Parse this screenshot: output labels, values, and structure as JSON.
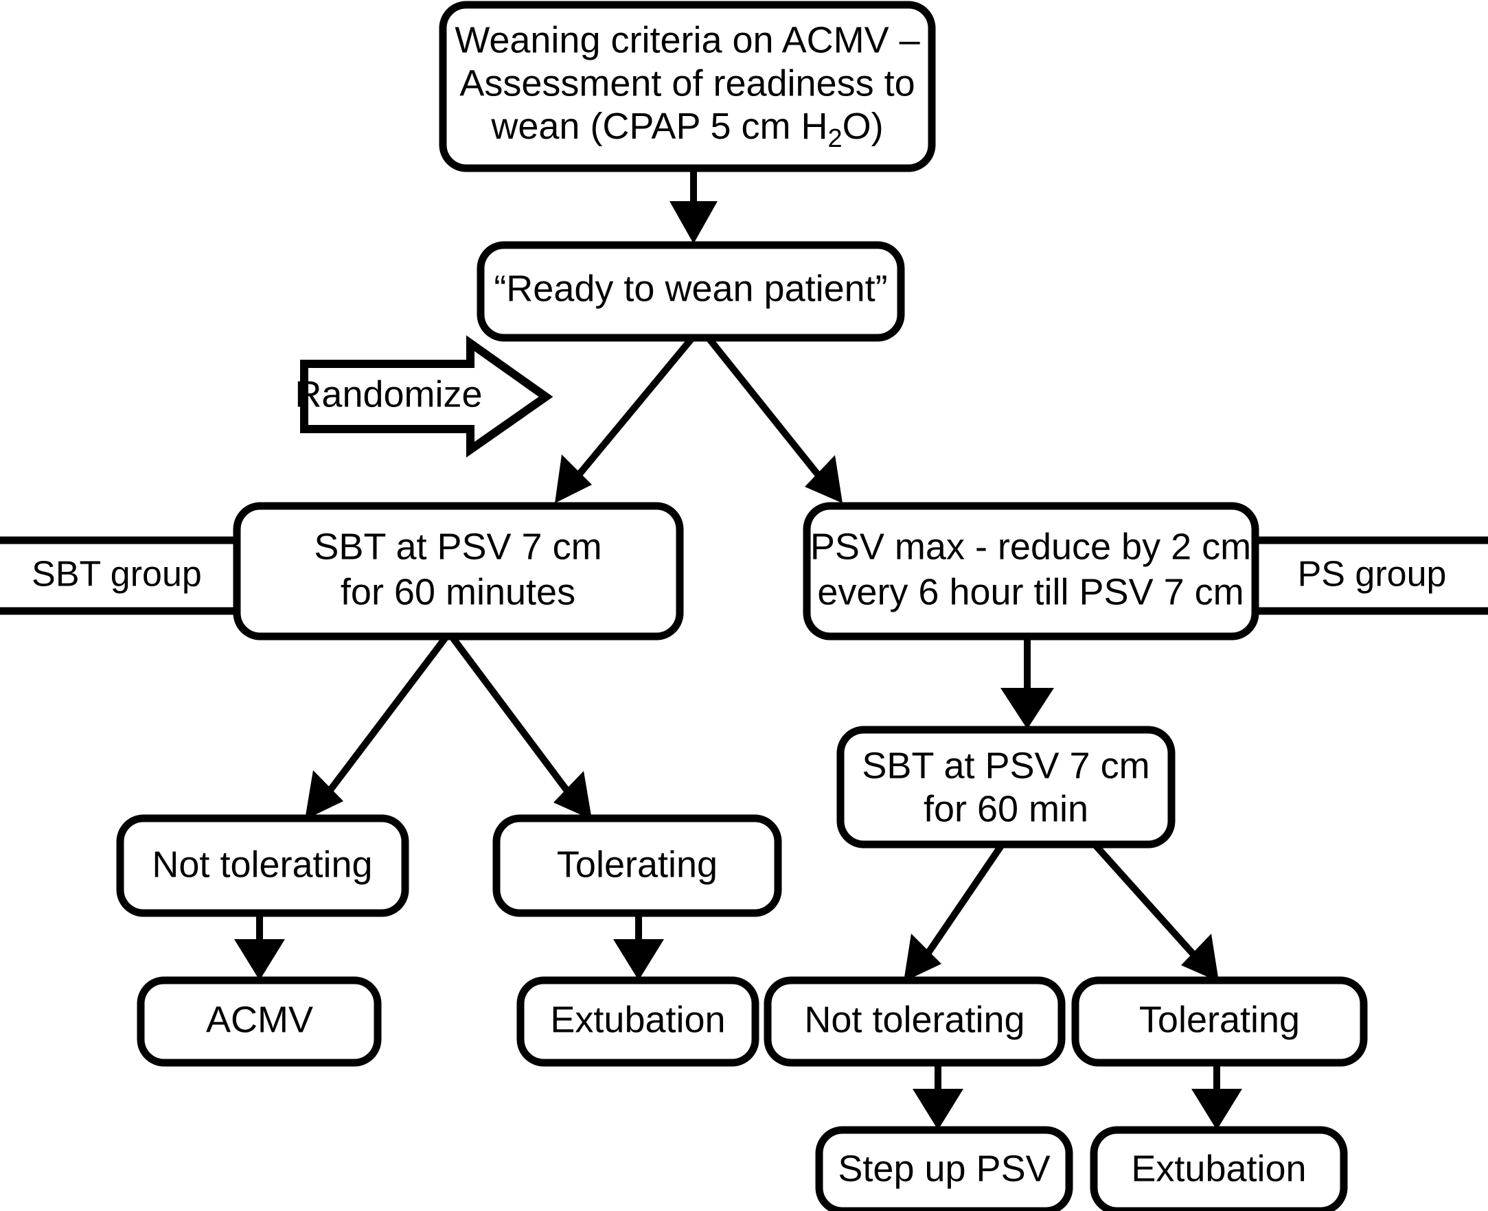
{
  "diagram": {
    "title": "Weaning trial randomization flowchart",
    "type": "flowchart",
    "colors": {
      "stroke": "#000000",
      "fill": "#ffffff",
      "text": "#000000"
    },
    "nodes": {
      "weaning_criteria": {
        "line1": "Weaning criteria on ACMV –",
        "line2": "Assessment of readiness to",
        "line3_pre": "wean (CPAP 5 cm H",
        "line3_sub": "2",
        "line3_post": "O)"
      },
      "ready_to_wean": {
        "line1": "“Ready to wean patient”"
      },
      "sbt_group_tag": {
        "line1": "SBT group"
      },
      "ps_group_tag": {
        "line1": "PS group"
      },
      "sbt_left": {
        "line1": "SBT at PSV 7 cm",
        "line2": "for 60 minutes"
      },
      "psv_max": {
        "line1": "PSV max - reduce by 2 cm",
        "line2": "every 6 hour till PSV 7 cm"
      },
      "sbt_right": {
        "line1": "SBT at PSV 7 cm",
        "line2": "for 60 min"
      },
      "left_not_tolerating": {
        "line1": "Not tolerating"
      },
      "left_tolerating": {
        "line1": "Tolerating"
      },
      "acmv": {
        "line1": "ACMV"
      },
      "left_extubation": {
        "line1": "Extubation"
      },
      "right_not_tolerating": {
        "line1": "Not tolerating"
      },
      "right_tolerating": {
        "line1": "Tolerating"
      },
      "step_up_psv": {
        "line1": "Step up PSV"
      },
      "right_extubation": {
        "line1": "Extubation"
      }
    },
    "annotations": {
      "randomize": {
        "label": "Randomize"
      }
    }
  }
}
